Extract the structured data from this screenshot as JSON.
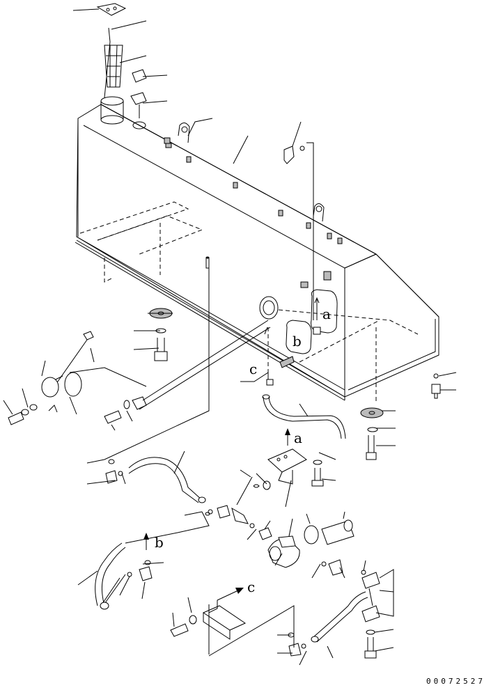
{
  "drawing": {
    "ref_a_label": "a",
    "ref_b_label": "b",
    "ref_c_label": "c",
    "document_number": "00072527"
  }
}
